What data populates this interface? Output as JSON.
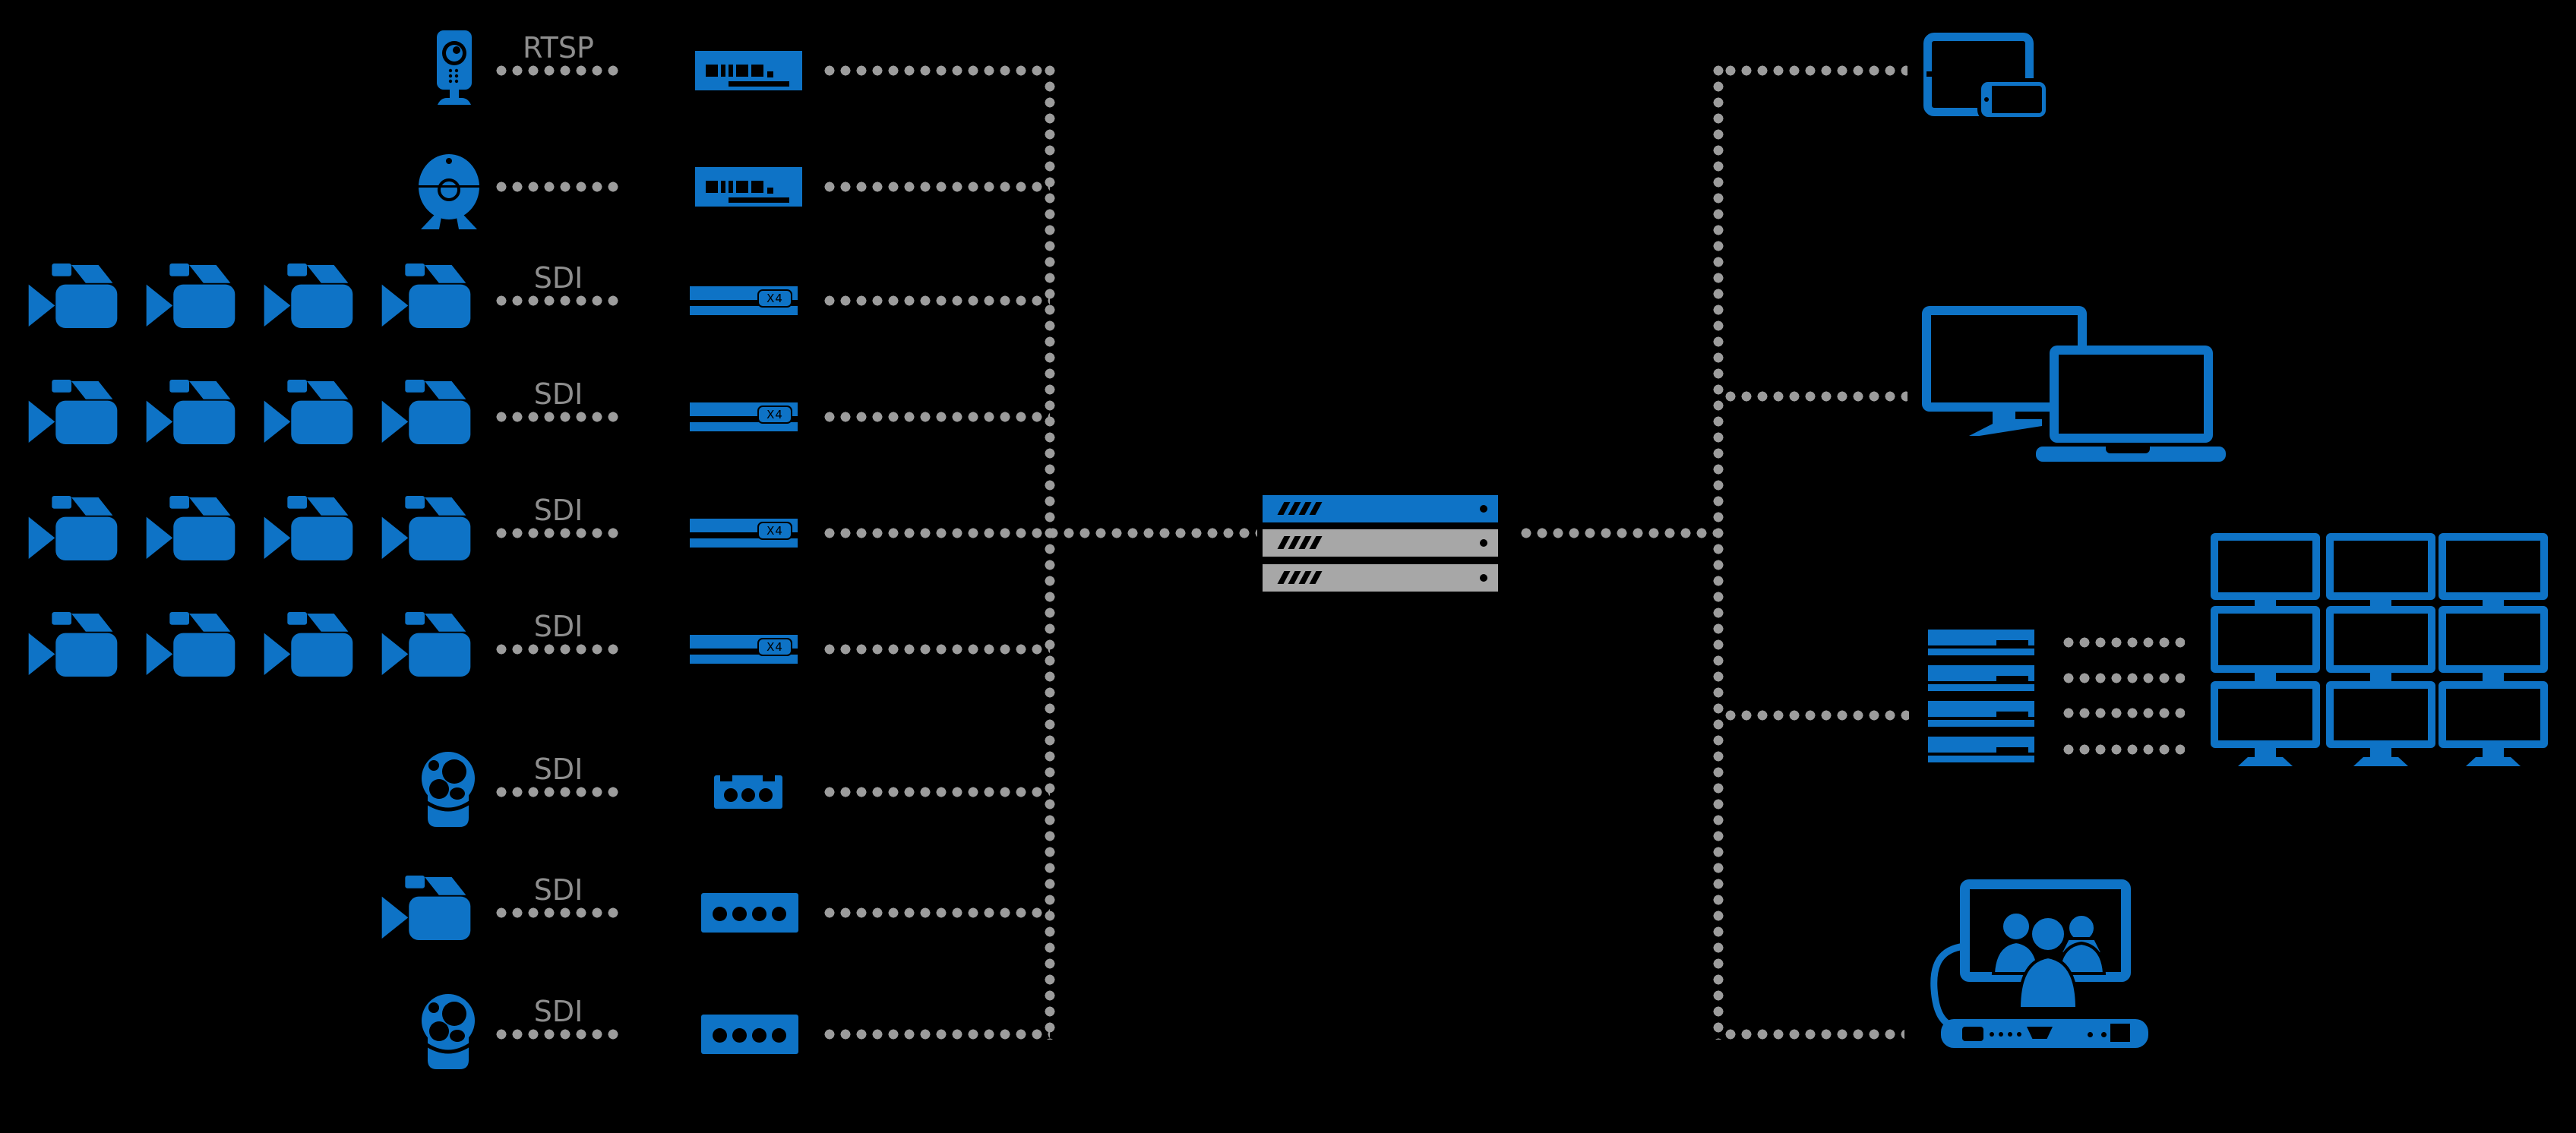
{
  "diagram": {
    "background": "#000000",
    "colors": {
      "accent_blue": "#0E73C6",
      "dot_gray": "#9C9C9C",
      "label_gray": "#8E8E8E",
      "rack_gray": "#A7A7A7"
    },
    "rows": [
      {
        "name": "ip-camera",
        "label": "RTSP"
      },
      {
        "name": "webcam",
        "label": ""
      },
      {
        "name": "sdi-camera-group-1",
        "label": "SDI",
        "badge": "X4"
      },
      {
        "name": "sdi-camera-group-2",
        "label": "SDI",
        "badge": "X4"
      },
      {
        "name": "sdi-camera-group-3",
        "label": "SDI",
        "badge": "X4"
      },
      {
        "name": "sdi-camera-group-4",
        "label": "SDI",
        "badge": "X4"
      },
      {
        "name": "ptz-camera-1",
        "label": "SDI"
      },
      {
        "name": "camcorder-single",
        "label": "SDI"
      },
      {
        "name": "ptz-camera-2",
        "label": "SDI"
      }
    ],
    "center": {
      "name": "media-server-stack",
      "units": [
        "blue",
        "gray",
        "gray"
      ]
    },
    "outputs": [
      {
        "name": "tablet-and-phone"
      },
      {
        "name": "desktop-and-laptop"
      },
      {
        "name": "render-server-stack-to-video-wall",
        "wall": "3x3-monitor-grid"
      },
      {
        "name": "video-conference-system"
      }
    ],
    "icons": [
      "ip-camera-icon",
      "webcam-icon",
      "camcorder-icon",
      "ptz-dome-camera-icon",
      "decoder-box-icon",
      "x4-encoder-icon",
      "capture-3port-icon",
      "capture-4port-icon",
      "server-rack-icon",
      "tablet-icon",
      "phone-icon",
      "monitor-icon",
      "laptop-icon",
      "server-stack-icon",
      "video-wall-icon",
      "video-conference-icon"
    ]
  }
}
